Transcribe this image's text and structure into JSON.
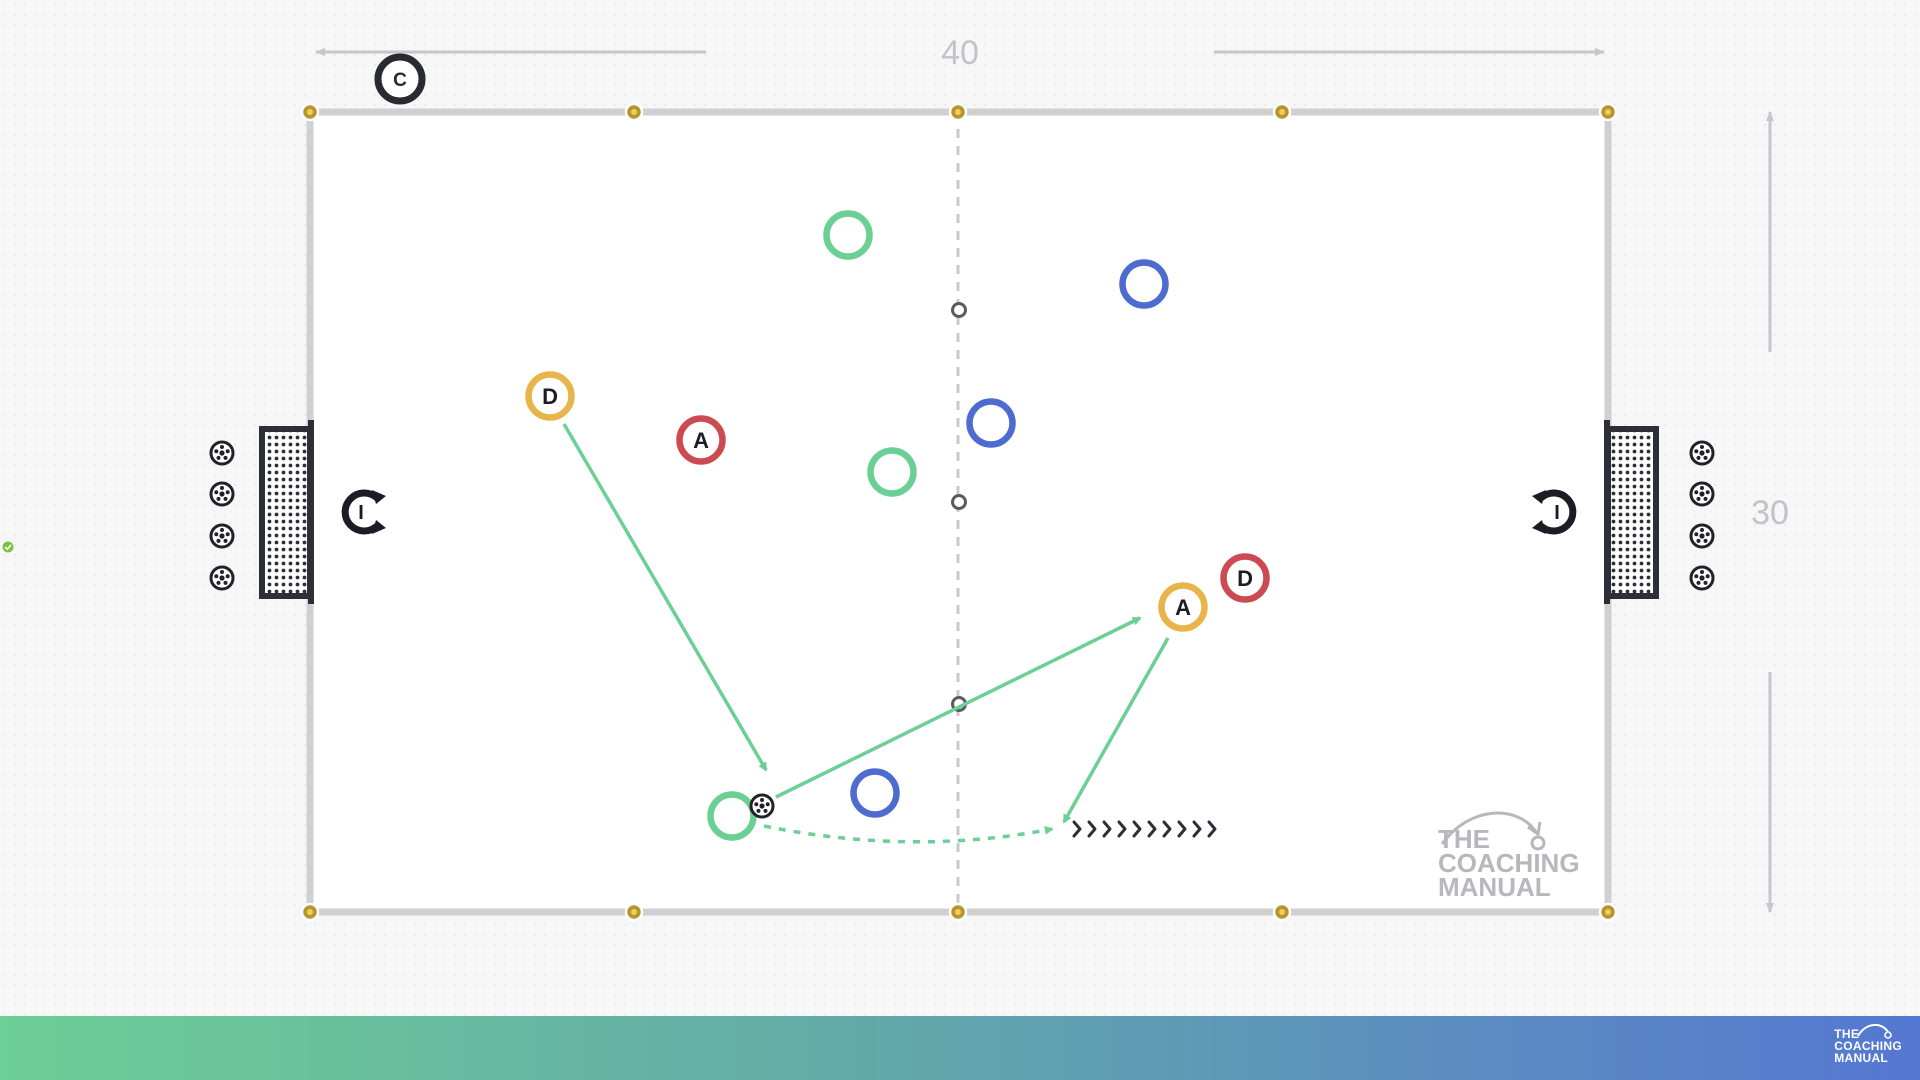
{
  "dimensions": {
    "length_label": "40",
    "width_label": "30"
  },
  "coach": {
    "label": "C"
  },
  "players": [
    {
      "team": "green",
      "label": ""
    },
    {
      "team": "blue",
      "label": ""
    },
    {
      "team": "gold",
      "label": "D"
    },
    {
      "team": "red",
      "label": "A"
    },
    {
      "team": "blue",
      "label": ""
    },
    {
      "team": "green",
      "label": ""
    },
    {
      "team": "red",
      "label": "D"
    },
    {
      "team": "gold",
      "label": "A"
    },
    {
      "team": "blue",
      "label": ""
    },
    {
      "team": "green",
      "label": ""
    }
  ],
  "goalkeeper_labels": {
    "left": "I",
    "right": "I"
  },
  "watermark": {
    "line1": "THE",
    "line2": "COACHING",
    "line3": "MANUAL"
  },
  "footer_logo": {
    "line1": "THE",
    "line2": "COACHING",
    "line3": "MANUAL"
  },
  "colors": {
    "green": "#6ccf95",
    "blue": "#4e6bd0",
    "gold": "#e7b54a",
    "red": "#cc4b52",
    "dark": "#262630",
    "cone": "#b8952a",
    "boundary": "#cfcfd4",
    "gradient_start": "#6ccf95",
    "gradient_end": "#5577d2"
  },
  "icons": [
    "soccer-ball-icon",
    "goalkeeper-icon",
    "cone-icon",
    "check-icon",
    "dribble-chevron-icon"
  ]
}
